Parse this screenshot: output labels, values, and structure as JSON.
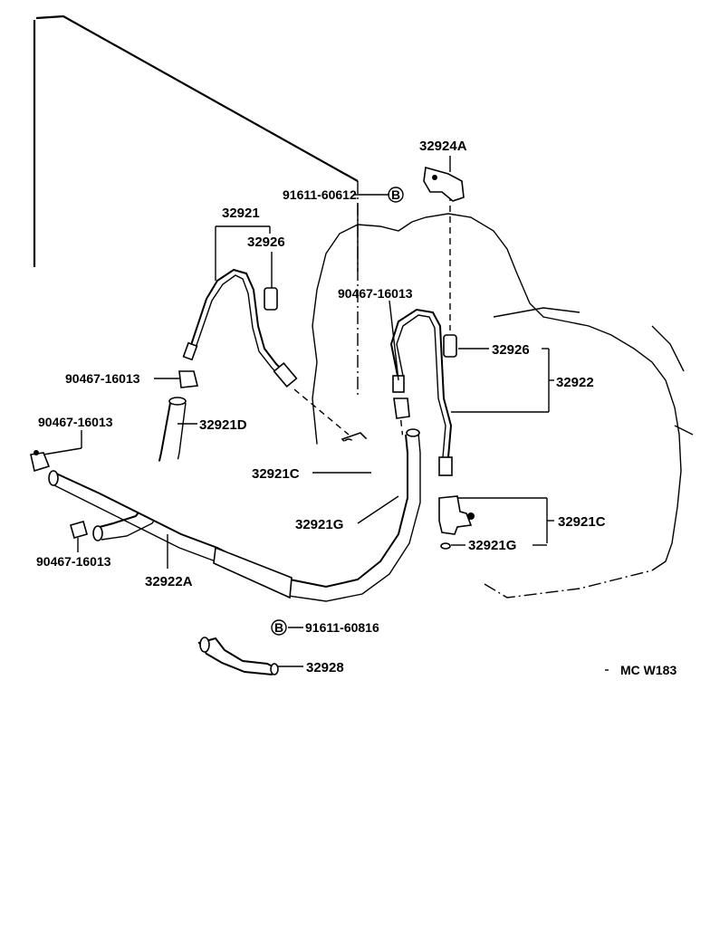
{
  "labels": {
    "p32924A": "32924A",
    "p91611_60612": "91611-60612",
    "p32921": "32921",
    "p32926_left": "32926",
    "p90467_top_mid": "90467-16013",
    "p32926_right": "32926",
    "p32922": "32922",
    "p90467_left1": "90467-16013",
    "p32921D": "32921D",
    "p90467_left2": "90467-16013",
    "p32921C_mid": "32921C",
    "p32921G_mid": "32921G",
    "p32921C_right": "32921C",
    "p32921G_right": "32921G",
    "p90467_left3": "90467-16013",
    "p32922A": "32922A",
    "p91611_60816": "91611-60816",
    "p32928": "32928",
    "figure_code": "MC W183"
  },
  "bolt_marker": "B"
}
